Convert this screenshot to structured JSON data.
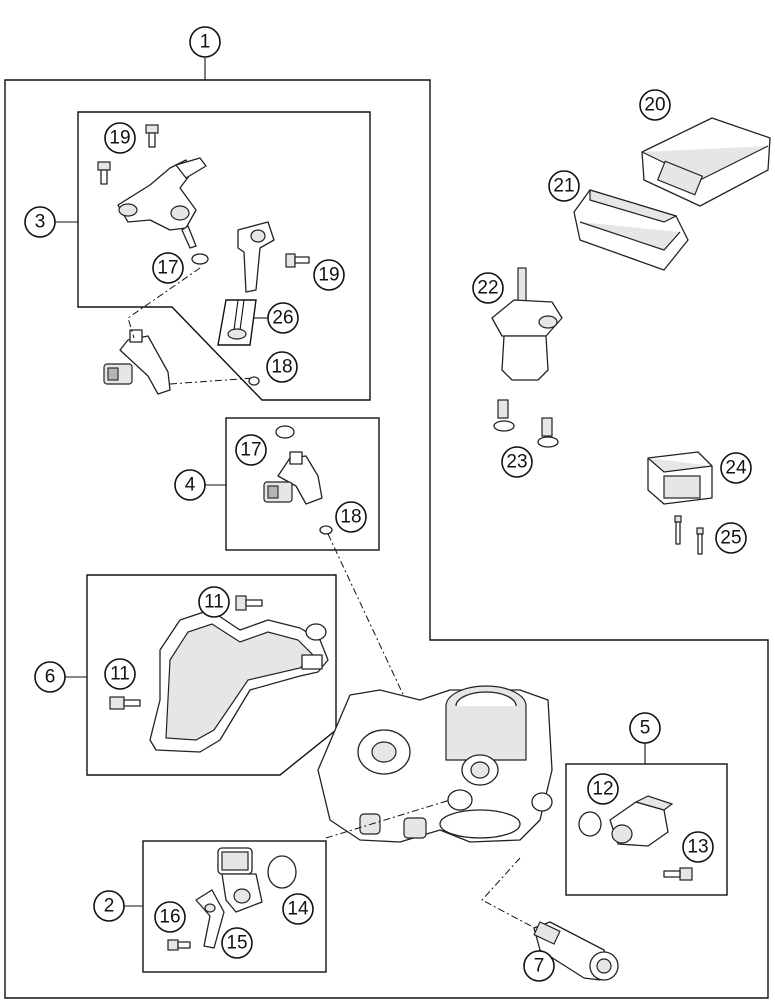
{
  "diagram": {
    "type": "exploded-parts-diagram",
    "callouts": {
      "c1": "1",
      "c2": "2",
      "c3": "3",
      "c4": "4",
      "c5": "5",
      "c6": "6",
      "c7": "7",
      "c11a": "11",
      "c11b": "11",
      "c12": "12",
      "c13": "13",
      "c14": "14",
      "c15": "15",
      "c16": "16",
      "c17a": "17",
      "c17b": "17",
      "c18a": "18",
      "c18b": "18",
      "c19a": "19",
      "c19b": "19",
      "c20": "20",
      "c21": "21",
      "c22": "22",
      "c23": "23",
      "c24": "24",
      "c25": "25",
      "c26": "26"
    }
  }
}
